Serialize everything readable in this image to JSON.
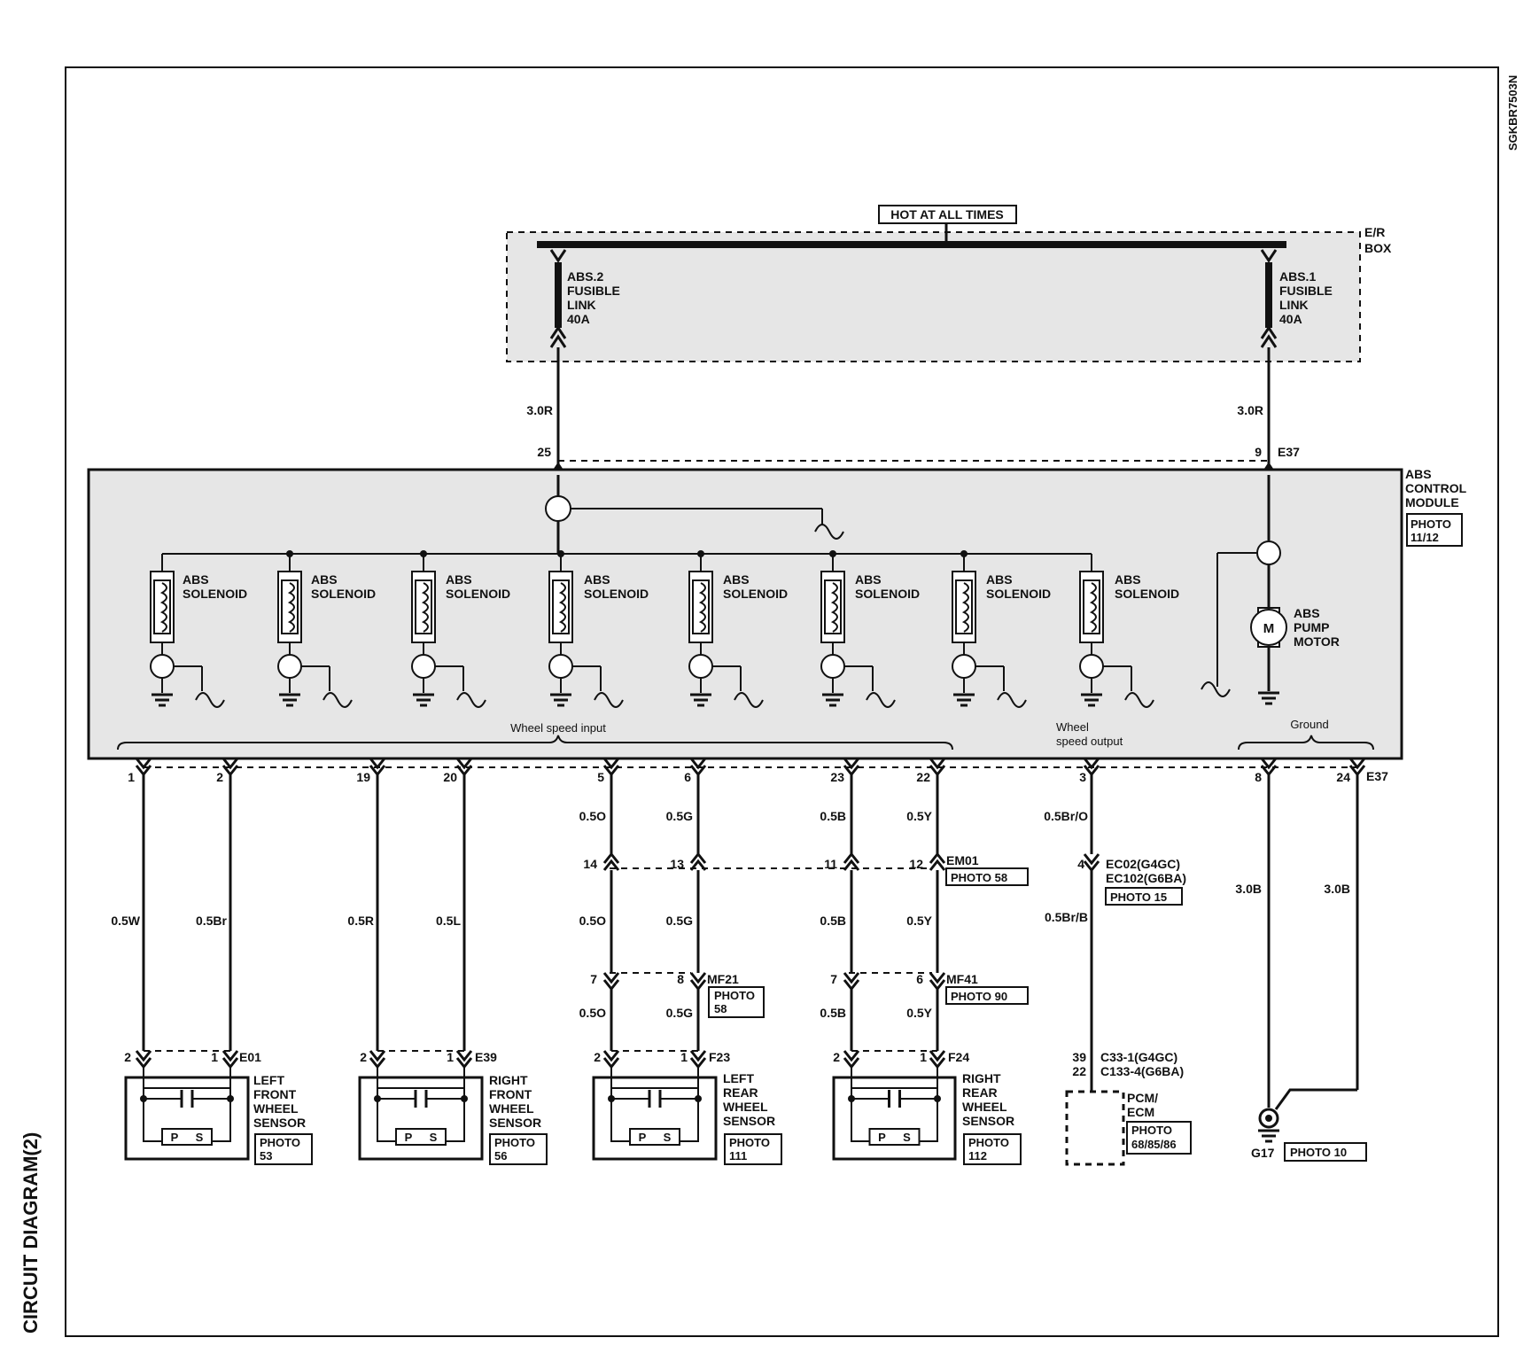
{
  "side_title": "CIRCUIT DIAGRAM(2)",
  "doc_code": "SGKBR7503N",
  "hot_label": "HOT AT ALL TIMES",
  "er_box": [
    "E/R",
    "BOX"
  ],
  "fuse_abs2": [
    "ABS.2",
    "FUSIBLE",
    "LINK",
    "40A"
  ],
  "fuse_abs1": [
    "ABS.1",
    "FUSIBLE",
    "LINK",
    "40A"
  ],
  "feed_left": {
    "wire": "3.0R",
    "pin": "25"
  },
  "feed_right": {
    "wire": "3.0R",
    "pin": "9",
    "connector": "E37"
  },
  "module": {
    "title": [
      "ABS",
      "CONTROL",
      "MODULE"
    ],
    "photo": [
      "PHOTO",
      "11/12"
    ]
  },
  "solenoid_label": [
    "ABS",
    "SOLENOID"
  ],
  "pump_label": [
    "ABS",
    "PUMP",
    "MOTOR"
  ],
  "pump_symbol": "M",
  "group_labels": {
    "wheel_speed_input": "Wheel speed input",
    "wheel_speed_output": [
      "Wheel",
      "speed output"
    ],
    "ground": "Ground"
  },
  "module_pins": [
    {
      "pin": "1"
    },
    {
      "pin": "2"
    },
    {
      "pin": "19"
    },
    {
      "pin": "20"
    },
    {
      "pin": "5"
    },
    {
      "pin": "6"
    },
    {
      "pin": "23"
    },
    {
      "pin": "22"
    },
    {
      "pin": "3"
    },
    {
      "pin": "8"
    },
    {
      "pin": "24"
    }
  ],
  "bottom_connector": "E37",
  "wire_colors": {
    "c1": "0.5W",
    "c2": "0.5Br",
    "c19": "0.5R",
    "c20": "0.5L",
    "c5a": "0.5O",
    "c6a": "0.5G",
    "c23a": "0.5B",
    "c22a": "0.5Y",
    "c5b": "0.5O",
    "c6b": "0.5G",
    "c23b": "0.5B",
    "c22b": "0.5Y",
    "c5c": "0.5O",
    "c6c": "0.5G",
    "c23c": "0.5B",
    "c22c": "0.5Y",
    "c3a": "0.5Br/O",
    "c3b": "0.5Br/B",
    "g1": "3.0B",
    "g2": "3.0B"
  },
  "em01": {
    "pins": [
      "14",
      "13",
      "11",
      "12"
    ],
    "name": "EM01",
    "photo": "PHOTO 58"
  },
  "ec02": {
    "pin": "4",
    "lines": [
      "EC02(G4GC)",
      "EC102(G6BA)"
    ],
    "photo": "PHOTO 15"
  },
  "mf21": {
    "pins": [
      "7",
      "8"
    ],
    "name": "MF21",
    "photo": [
      "PHOTO",
      "58"
    ]
  },
  "mf41": {
    "pins": [
      "7",
      "6"
    ],
    "name": "MF41",
    "photo": "PHOTO 90"
  },
  "sensors": [
    {
      "pins": [
        "2",
        "1"
      ],
      "connector": "E01",
      "label": [
        "LEFT",
        "FRONT",
        "WHEEL",
        "SENSOR"
      ],
      "photo": [
        "PHOTO",
        "53"
      ]
    },
    {
      "pins": [
        "2",
        "1"
      ],
      "connector": "E39",
      "label": [
        "RIGHT",
        "FRONT",
        "WHEEL",
        "SENSOR"
      ],
      "photo": [
        "PHOTO",
        "56"
      ]
    },
    {
      "pins": [
        "2",
        "1"
      ],
      "connector": "F23",
      "label": [
        "LEFT",
        "REAR",
        "WHEEL",
        "SENSOR"
      ],
      "photo": [
        "PHOTO",
        "111"
      ]
    },
    {
      "pins": [
        "2",
        "1"
      ],
      "connector": "F24",
      "label": [
        "RIGHT",
        "REAR",
        "WHEEL",
        "SENSOR"
      ],
      "photo": [
        "PHOTO",
        "112"
      ]
    }
  ],
  "sensor_ps": [
    "P",
    "S"
  ],
  "pcm": {
    "pins": [
      "39",
      "22"
    ],
    "connectors": [
      "C33-1(G4GC)",
      "C133-4(G6BA)"
    ],
    "label": [
      "PCM/",
      "ECM"
    ],
    "photo": [
      "PHOTO",
      "68/85/86"
    ]
  },
  "ground_point": {
    "name": "G17",
    "photo": "PHOTO 10"
  }
}
